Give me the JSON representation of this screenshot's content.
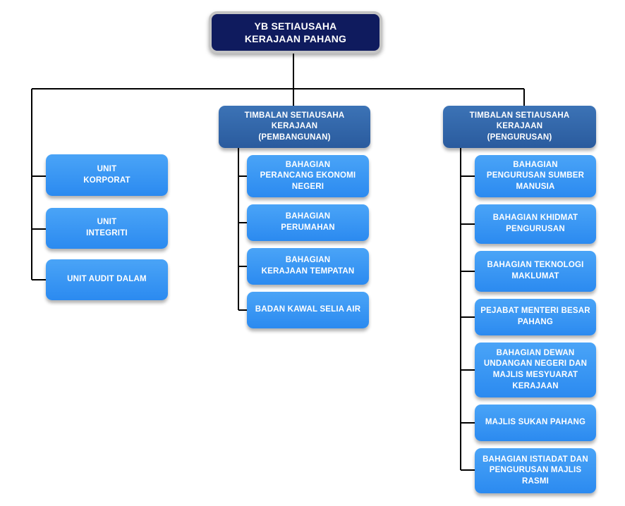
{
  "root": {
    "label": "YB SETIAUSAHA\nKERAJAAN PAHANG"
  },
  "left_units": [
    {
      "label": "UNIT\nKORPORAT"
    },
    {
      "label": "UNIT\nINTEGRITI"
    },
    {
      "label": "UNIT AUDIT DALAM"
    }
  ],
  "pembangunan": {
    "label": "TIMBALAN SETIAUSAHA\nKERAJAAN\n(PEMBANGUNAN)",
    "children": [
      {
        "label": "BAHAGIAN\nPERANCANG EKONOMI\nNEGERI"
      },
      {
        "label": "BAHAGIAN\nPERUMAHAN"
      },
      {
        "label": "BAHAGIAN\nKERAJAAN TEMPATAN"
      },
      {
        "label": "BADAN KAWAL SELIA AIR"
      }
    ]
  },
  "pengurusan": {
    "label": "TIMBALAN SETIAUSAHA\nKERAJAAN\n(PENGURUSAN)",
    "children": [
      {
        "label": "BAHAGIAN\nPENGURUSAN SUMBER\nMANUSIA"
      },
      {
        "label": "BAHAGIAN KHIDMAT\nPENGURUSAN"
      },
      {
        "label": "BAHAGIAN TEKNOLOGI\nMAKLUMAT"
      },
      {
        "label": "PEJABAT MENTERI BESAR\nPAHANG"
      },
      {
        "label": "BAHAGIAN DEWAN\nUNDANGAN NEGERI DAN\nMAJLIS MESYUARAT\nKERAJAAN"
      },
      {
        "label": "MAJLIS SUKAN PAHANG"
      },
      {
        "label": "BAHAGIAN ISTIADAT DAN\nPENGURUSAN MAJLIS\nRASMI"
      }
    ]
  }
}
